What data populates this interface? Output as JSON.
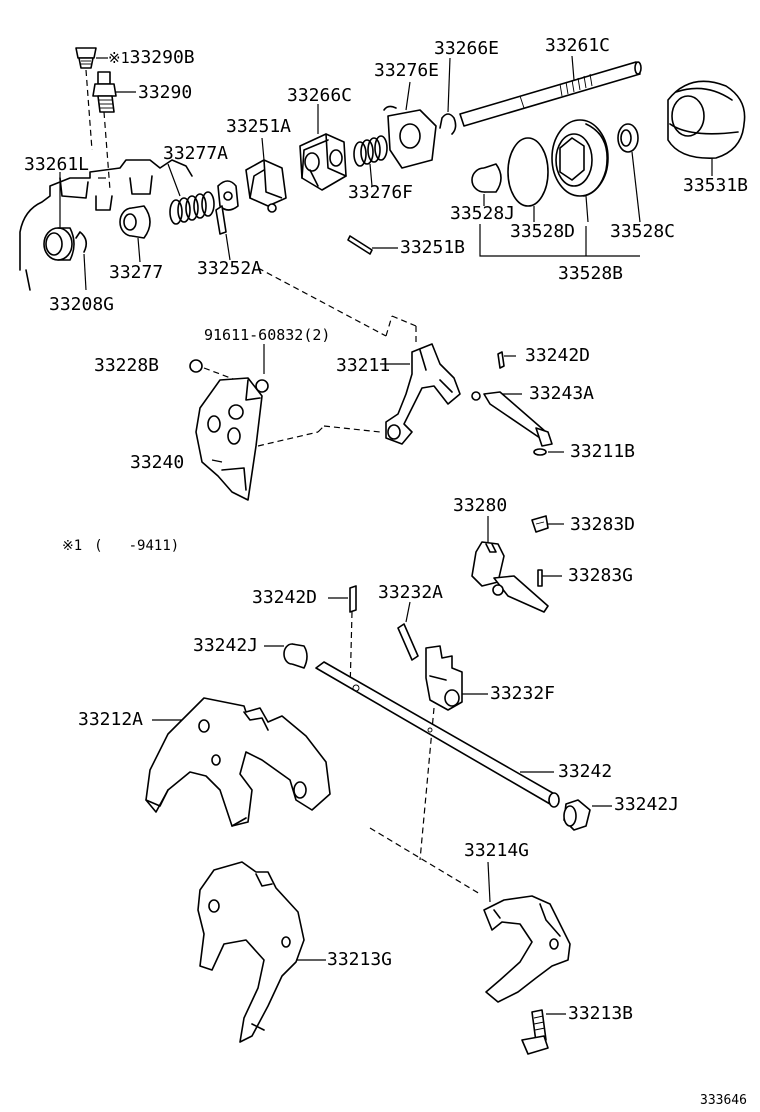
{
  "labels": {
    "p33290B": "33290B",
    "note_mark": "※1",
    "p33290": "33290",
    "p33266E": "33266E",
    "p33261C": "33261C",
    "p33276E": "33276E",
    "p33266C": "33266C",
    "p33251A": "33251A",
    "p33277A": "33277A",
    "p33261L": "33261L",
    "p33531B": "33531B",
    "p33276F": "33276F",
    "p33528J": "33528J",
    "p33528D": "33528D",
    "p33528C": "33528C",
    "p33251B": "33251B",
    "p33528B": "33528B",
    "p33277": "33277",
    "p33252A": "33252A",
    "p33208G": "33208G",
    "p91611": "91611-60832(2)",
    "p33228B": "33228B",
    "p33211": "33211",
    "p33242D_top": "33242D",
    "p33243A": "33243A",
    "p33240": "33240",
    "p33211B": "33211B",
    "p33280": "33280",
    "p33283D": "33283D",
    "p33283G": "33283G",
    "p33242D": "33242D",
    "p33232A": "33232A",
    "p33242J_left": "33242J",
    "p33232F": "33232F",
    "p33212A": "33212A",
    "p33242": "33242",
    "p33242J_right": "33242J",
    "p33214G": "33214G",
    "p33213G": "33213G",
    "p33213B": "33213B"
  },
  "footnote": {
    "mark": "※1",
    "open": "(",
    "range": "-9411)"
  },
  "figure_number": "333646"
}
